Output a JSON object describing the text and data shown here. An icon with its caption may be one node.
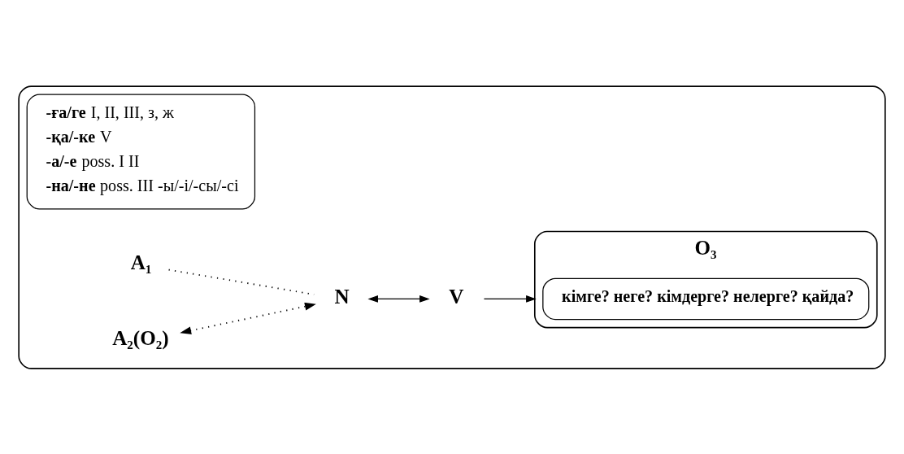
{
  "diagram": {
    "nodes": [
      {
        "text": [],
        "shape": "box"
      },
      {
        "text": [
          "O₃"
        ],
        "in": 0
      },
      {
        "text": [
          "кімге? неге? кімдерге? нелерге? қайда?"
        ],
        "in": 1
      },
      {
        "text": [
          "**-ға/ге** I, II, III, з, ж",
          "**-қа/-ке** V",
          "**-а/-е** poss. I II",
          "**-на/-не** poss. III -ы/-і/-сы/-сі"
        ],
        "in": 0
      },
      {
        "text": [
          "A₁"
        ],
        "in": 0
      },
      {
        "text": [
          "A₂(O₂)"
        ],
        "in": 0
      },
      {
        "text": [
          "N"
        ],
        "in": 0
      },
      {
        "text": [
          "V"
        ],
        "in": 0
      }
    ],
    "edges": [
      {
        "from": 7,
        "to": 1,
        "arrow": "to"
      },
      {
        "from": 4,
        "to": 6,
        "arrow": "none",
        "style": "dashed"
      },
      {
        "from": 5,
        "to": 6,
        "arrow": "both",
        "style": "dashed"
      },
      {
        "from": 6,
        "to": 7,
        "arrow": "both"
      }
    ]
  }
}
